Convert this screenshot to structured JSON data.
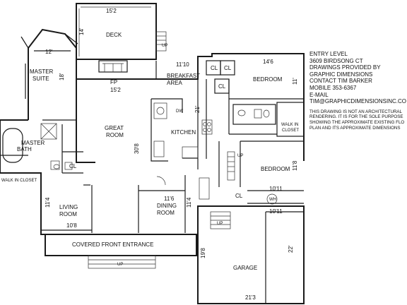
{
  "info": {
    "level": "ENTRY LEVEL",
    "address": "3609 BIRDSONG CT",
    "provided_by_1": "DRAWINGS PROVIDED BY",
    "provided_by_2": "GRAPHIC DIMENSIONS",
    "contact": "CONTACT TIM BARKER",
    "mobile": "MOBILE 353-6367",
    "email_label": "E-MAIL",
    "email": "TIM@GRAPHICDIMENSIONSINC.CO",
    "disclaimer": [
      "THIS DRAWING IS NOT AN ARCHITECTURAL",
      "RENDERING. IT IS FOR THE SOLE PURPOSE",
      "SHOWING THE APPROXIMATE EXISTING FLO",
      "PLAN AND ITS APPROXIMATE  DIMENSIONS"
    ]
  },
  "rooms": {
    "deck": "DECK",
    "master_1": "MASTER",
    "master_2": "SUITE",
    "fp": "FP",
    "breakfast_1": "BREAKFAST",
    "breakfast_2": "AREA",
    "bedroom_top": "BEDROOM",
    "great_1": "GREAT",
    "great_2": "ROOM",
    "kitchen": "KITCHEN",
    "master_bath_1": "MASTER",
    "master_bath_2": "BATH",
    "walk_in_left": "WALK IN CLOSET",
    "walk_in_right_1": "WALK IN",
    "walk_in_right_2": "CLOSET",
    "bedroom_mid": "BEDROOM",
    "living_1": "LIVING",
    "living_2": "ROOM",
    "dining_1": "DINING",
    "dining_2": "ROOM",
    "covered_entrance": "COVERED FRONT ENTRANCE",
    "garage": "GARAGE",
    "cl_1": "CL",
    "cl_2": "CL",
    "cl_3": "CL",
    "cl_4": "CL",
    "cl_5": "CL",
    "dw": "DW",
    "wh": "WH",
    "up_1": "UP",
    "up_2": "UP",
    "up_3": "UP",
    "up_4": "UP"
  },
  "dimensions": {
    "deck_w": "15'2",
    "deck_d": "14'",
    "master_w": "12'",
    "master_d": "18'",
    "fp_w": "15'2",
    "breakfast_w": "11'10",
    "bed_top_w": "14'6",
    "bed_top_d": "11'",
    "kitchen_d": "21'",
    "great_d": "30'8",
    "bed_mid_d": "11'8",
    "bed_mid_w": "10'11",
    "living_d": "11'4",
    "living_w": "10'8",
    "dining_w": "11'6",
    "dining_d": "11'4",
    "wh_w": "10'11",
    "garage_d1": "19'8",
    "garage_d2": "22'",
    "garage_w": "21'3"
  }
}
